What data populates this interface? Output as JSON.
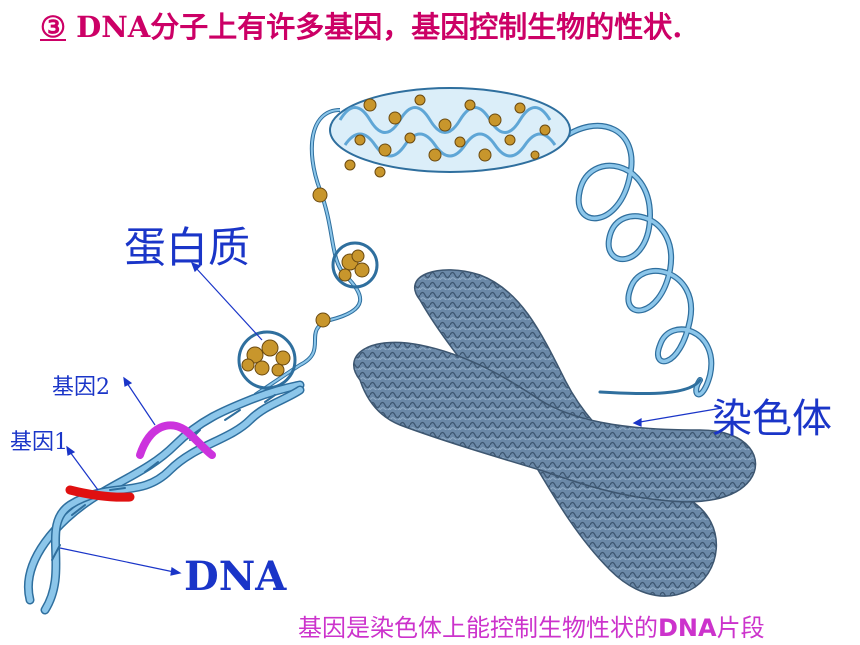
{
  "title": {
    "number": "③",
    "text": " DNA分子上有许多基因，基因控制生物的性状."
  },
  "labels": {
    "protein": "蛋白质",
    "chromosome": "染色体",
    "gene2": "基因2",
    "gene1": "基因1",
    "dna": "DNA"
  },
  "caption": {
    "pre": "基因是染色体上能控制生物性状的",
    "bold": "DNA",
    "post": "片段"
  },
  "colors": {
    "title": "#cc0066",
    "labels": "#1a35c8",
    "caption": "#cc33cc",
    "dna_strand": "#7ab8e0",
    "dna_edge": "#2f6f9e",
    "protein_bead": "#c8962c",
    "chromosome": "#5f7f9e",
    "gene1": "#e01010",
    "gene2": "#cc33dd"
  }
}
